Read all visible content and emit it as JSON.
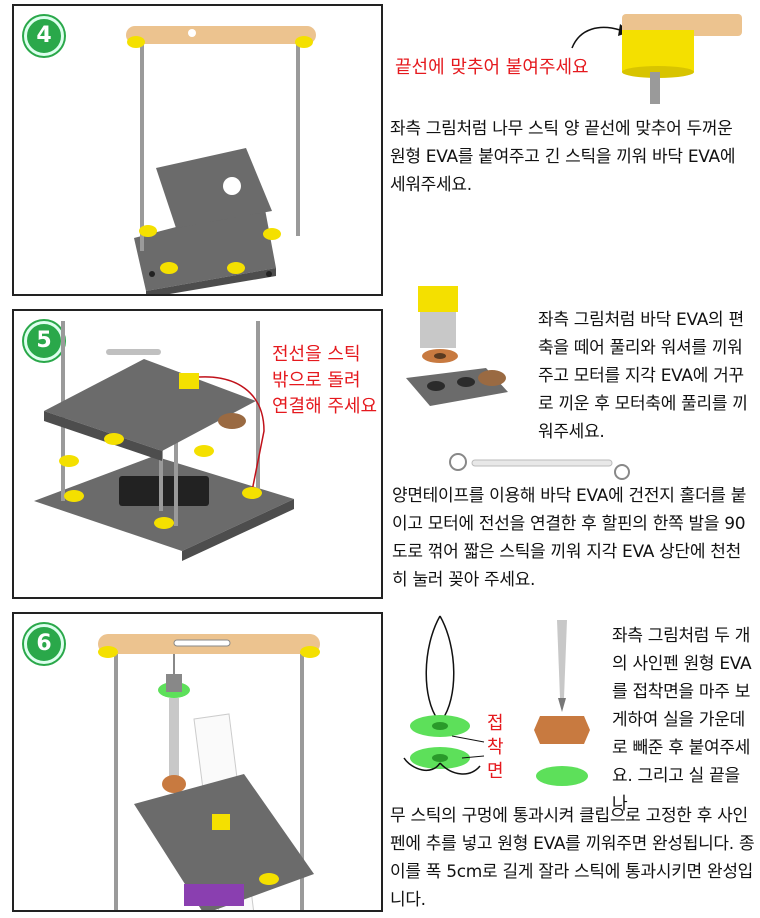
{
  "steps": [
    {
      "number": "4",
      "callout": "끝선에 맞추어 붙여주세요",
      "text": "좌측 그림처럼 나무 스틱 양 끝선에 맞추어 두꺼운 원형 EVA를 붙여주고 긴 스틱을 끼워 바닥 EVA에 세워주세요."
    },
    {
      "number": "5",
      "callout": "전선을 스틱 밖으로 돌려 연결해 주세요",
      "text_right": "좌측 그림처럼 바닥 EVA의 편축을 떼어 풀리와 워셔를 끼워주고 모터를 지각 EVA에 거꾸로 끼운 후 모터축에 풀리를 끼워주세요.",
      "text_bottom": "양면테이프를 이용해 바닥 EVA에 건전지 홀더를 붙이고 모터에 전선을 연결한 후 할핀의 한쪽 발을 90도로 꺾어 짧은 스틱을 끼워 지각 EVA 상단에 천천히 눌러 꽂아 주세요."
    },
    {
      "number": "6",
      "callout": "접착면",
      "text_right": "좌측 그림처럼 두 개의 사인펜 원형 EVA를 접착면을 마주 보게하여 실을 가운데로 빼준 후 붙여주세요. 그리고 실 끝을 나",
      "text_bottom": "무 스틱의 구멍에 통과시켜 클립으로 고정한 후 사인펜에 추를 넣고 원형 EVA를 끼워주면 완성됩니다. 종이를 폭 5cm로 길게 잘라 스틱에 통과시키면 완성입니다."
    }
  ],
  "colors": {
    "badge": "#2aa84a",
    "callout": "#e5191e",
    "eva_gray": "#6b6b6b",
    "eva_yellow": "#f4e000",
    "eva_green": "#5de05a"
  }
}
